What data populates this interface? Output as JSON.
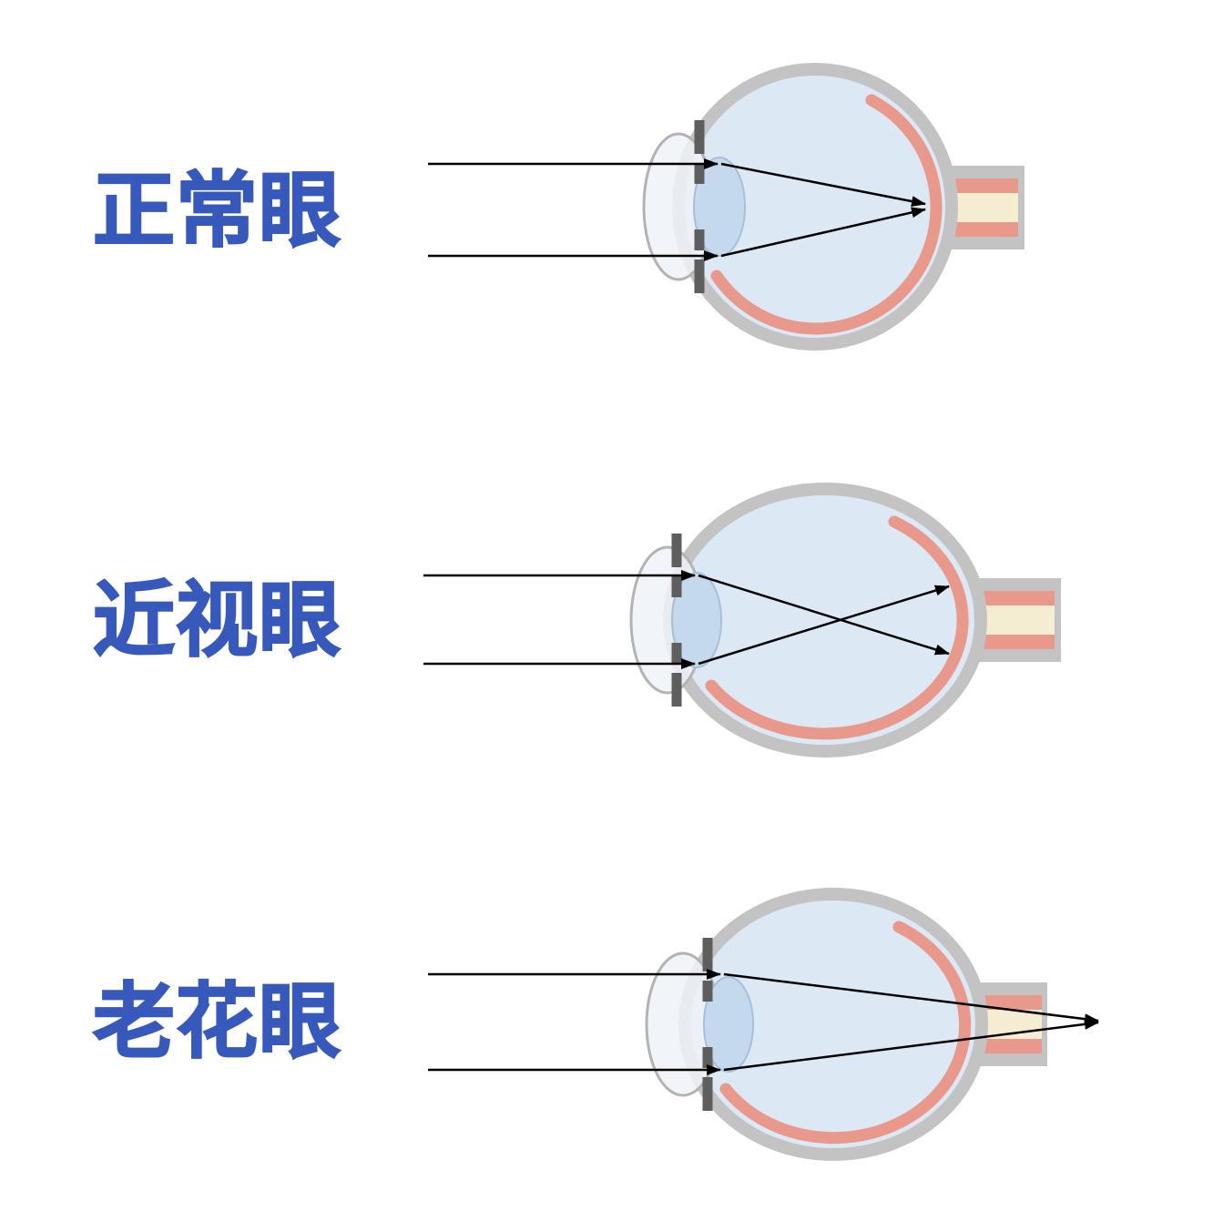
{
  "rows": [
    {
      "label": "正常眼"
    },
    {
      "label": "近视眼"
    },
    {
      "label": "老花眼"
    }
  ],
  "colors": {
    "label_blue": "#3759bb",
    "sclera_gray": "#c3c3c3",
    "vitreous_blue": "#dce8f4",
    "retina_pink": "#e8998c",
    "nerve_cream": "#f4edd2",
    "lens_blue": "#c5d9ec",
    "iris_gray": "#5e5e5e",
    "ray_black": "#000000"
  }
}
